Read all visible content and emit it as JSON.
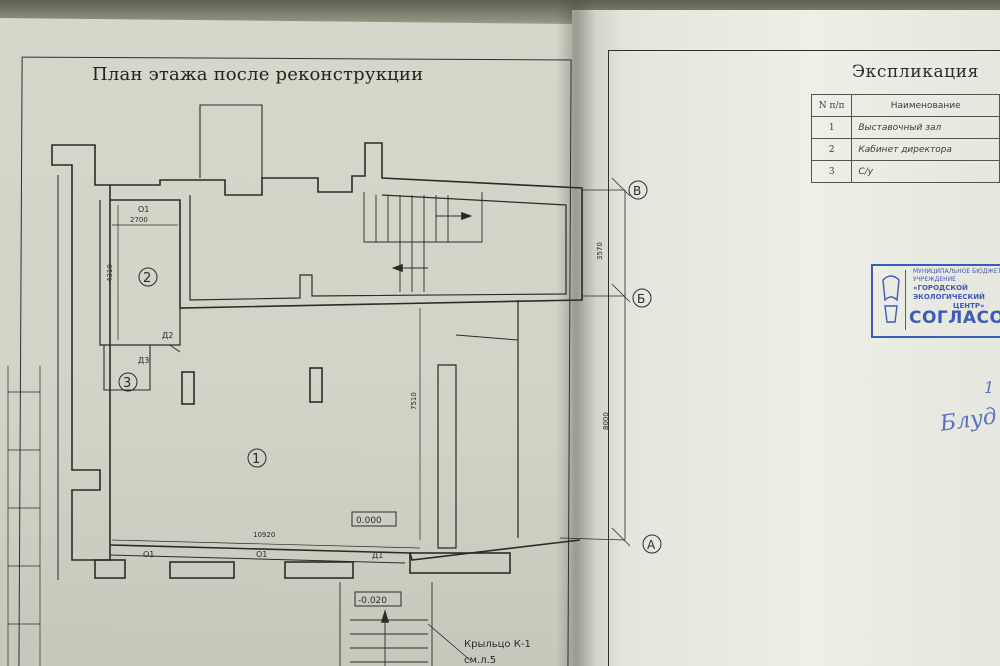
{
  "plan": {
    "title": "План этажа после реконструкции",
    "rooms": [
      "1",
      "2",
      "3"
    ],
    "axes": [
      "В",
      "Б",
      "А"
    ],
    "dimensions": {
      "width_bottom": "10920",
      "room2_width": "2700",
      "room2_height": "4310",
      "hall_height": "7510",
      "span_vb": "3570",
      "span_ba": "8000"
    },
    "windows": [
      "О1",
      "О1",
      "О1"
    ],
    "doors": [
      "Д1",
      "Д2",
      "Д3"
    ],
    "levels": {
      "floor": "0.000",
      "porch": "-0.020"
    },
    "porch_note_line1": "Крыльцо К-1",
    "porch_note_line2": "см.л.5"
  },
  "explication": {
    "title": "Экспликация",
    "headers": {
      "num": "N п/п",
      "name": "Наименование"
    },
    "rows": [
      {
        "num": "1",
        "name": "Выставочный зал"
      },
      {
        "num": "2",
        "name": "Кабинет директора"
      },
      {
        "num": "3",
        "name": "С/у"
      }
    ]
  },
  "stamp": {
    "org_small": "МУНИЦИПАЛЬНОЕ БЮДЖЕТНОЕ УЧРЕЖДЕНИЕ",
    "org_name": "«ГОРОДСКОЙ ЭКОЛОГИЧЕСКИЙ",
    "org_name2": "ЦЕНТР»",
    "agreed": "СОГЛАСОВАНО"
  },
  "signature": {
    "mark": "Блуд",
    "date_fragment": "1"
  },
  "colors": {
    "stamp_blue": "#3d5bb8",
    "ink": "#2a2c27",
    "paper": "#d3d4c8"
  }
}
